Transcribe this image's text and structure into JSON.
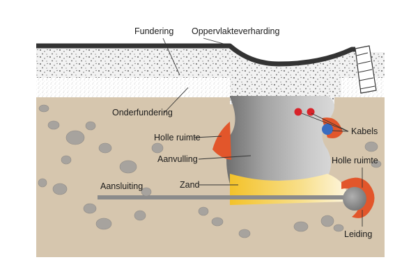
{
  "labels": {
    "fundering": "Fundering",
    "oppervlakteverharding": "Oppervlakteverharding",
    "onderfundering": "Onderfundering",
    "holle_ruimte_left": "Holle ruimte",
    "kabels": "Kabels",
    "holle_ruimte_right": "Holle ruimte",
    "aanvulling": "Aanvulling",
    "zand": "Zand",
    "aansluiting": "Aansluiting",
    "leiding": "Leiding"
  },
  "colors": {
    "soil": "#d6c6ae",
    "stone": "#a7a39e",
    "backfill": "#9e9e9e",
    "sand": "#f5cc3c",
    "void": "#e2562b",
    "cable_red": "#d8232a",
    "cable_blue": "#3a6cc0",
    "pipe": "#8b8b8b",
    "asphalt": "#333333"
  }
}
